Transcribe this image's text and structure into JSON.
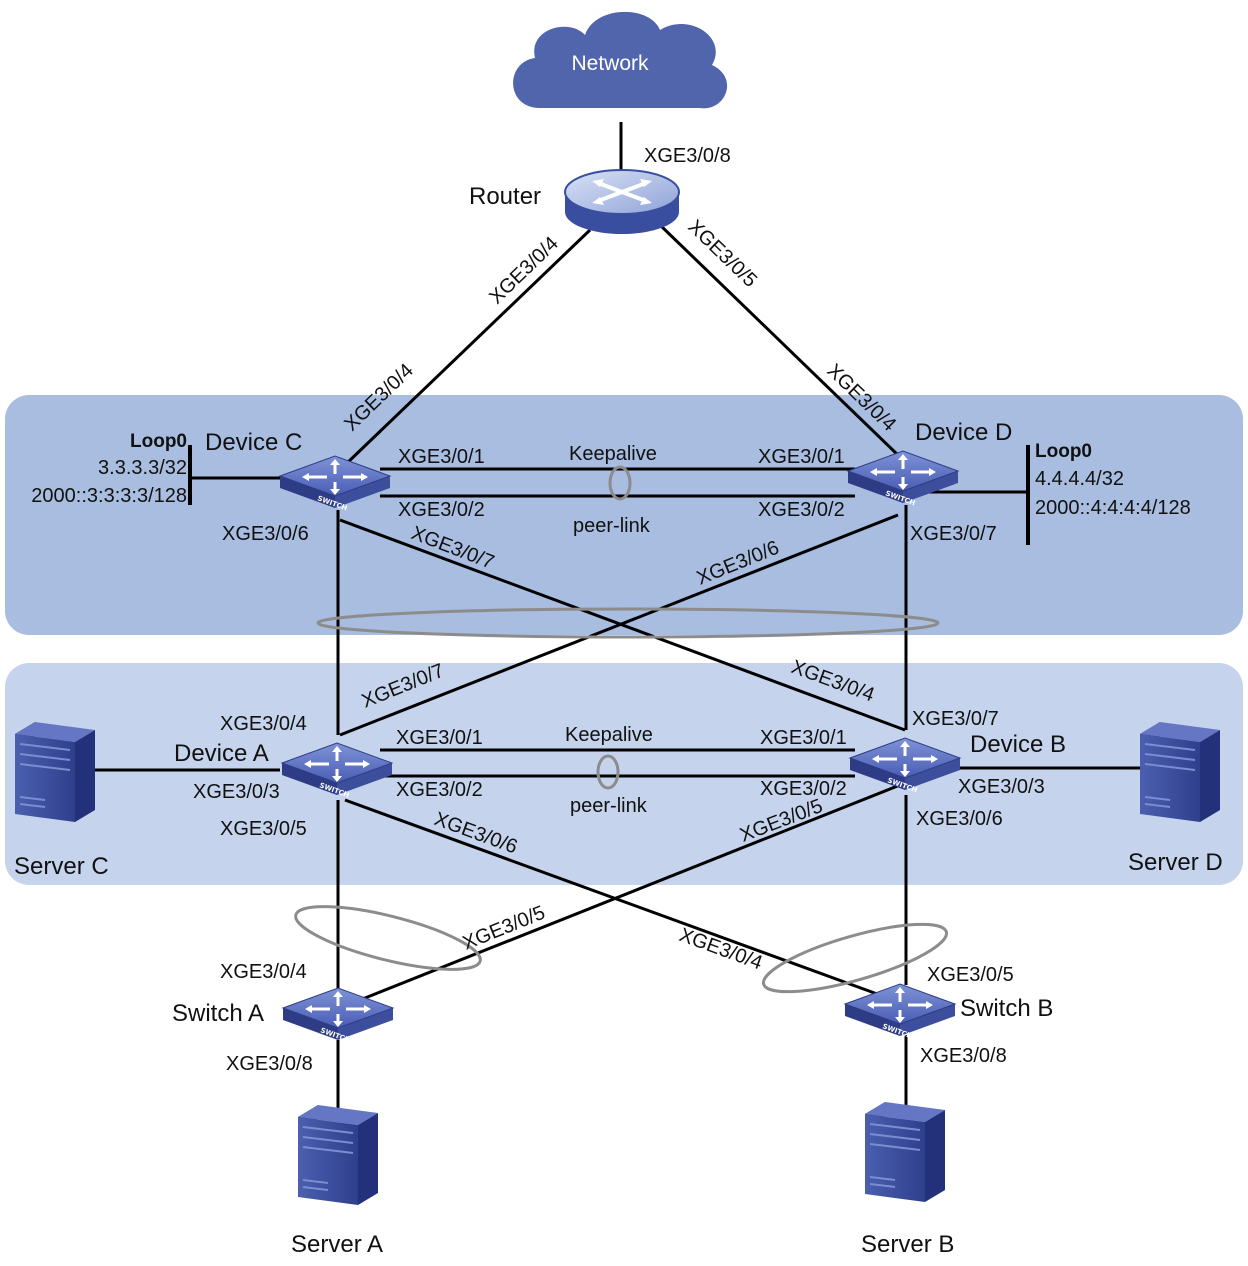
{
  "network": {
    "label": "Network"
  },
  "router": {
    "name": "Router",
    "port_up": "XGE3/0/8",
    "port_left": "XGE3/0/4",
    "port_right": "XGE3/0/5"
  },
  "device_c": {
    "name": "Device C",
    "loop_title": "Loop0",
    "loop_ipv4": "3.3.3.3/32",
    "loop_ipv6": "2000::3:3:3:3/128",
    "port_router": "XGE3/0/4",
    "port_keepalive": "XGE3/0/1",
    "port_peer": "XGE3/0/2",
    "port_down": "XGE3/0/6",
    "port_cross": "XGE3/0/7"
  },
  "device_d": {
    "name": "Device D",
    "loop_title": "Loop0",
    "loop_ipv4": "4.4.4.4/32",
    "loop_ipv6": "2000::4:4:4:4/128",
    "port_router": "XGE3/0/4",
    "port_keepalive": "XGE3/0/1",
    "port_peer": "XGE3/0/2",
    "port_down": "XGE3/0/7",
    "port_cross": "XGE3/0/6"
  },
  "device_a": {
    "name": "Device A",
    "port_up": "XGE3/0/4",
    "port_cross_up": "XGE3/0/7",
    "port_keepalive": "XGE3/0/1",
    "port_peer": "XGE3/0/2",
    "port_server": "XGE3/0/3",
    "port_down": "XGE3/0/5",
    "port_cross_down": "XGE3/0/6"
  },
  "device_b": {
    "name": "Device B",
    "port_up": "XGE3/0/7",
    "port_cross_up": "XGE3/0/4",
    "port_keepalive": "XGE3/0/1",
    "port_peer": "XGE3/0/2",
    "port_server": "XGE3/0/3",
    "port_down": "XGE3/0/6",
    "port_cross_down": "XGE3/0/5"
  },
  "links": {
    "keepalive_cd": "Keepalive",
    "peerlink_cd": "peer-link",
    "keepalive_ab": "Keepalive",
    "peerlink_ab": "peer-link"
  },
  "switch_a": {
    "name": "Switch A",
    "port_up": "XGE3/0/4",
    "port_cross": "XGE3/0/5",
    "port_server": "XGE3/0/8"
  },
  "switch_b": {
    "name": "Switch B",
    "port_up": "XGE3/0/5",
    "port_cross": "XGE3/0/4",
    "port_server": "XGE3/0/8"
  },
  "servers": {
    "a": "Server A",
    "b": "Server B",
    "c": "Server C",
    "d": "Server D"
  },
  "device_badge": "SWITCH",
  "colors": {
    "zone_top": "#a8bde0",
    "zone_bottom": "#c5d4ec",
    "device_blue": "#3a4ea0",
    "cloud_blue": "#5165ad",
    "agg_ellipse": "#8c8c8c"
  }
}
